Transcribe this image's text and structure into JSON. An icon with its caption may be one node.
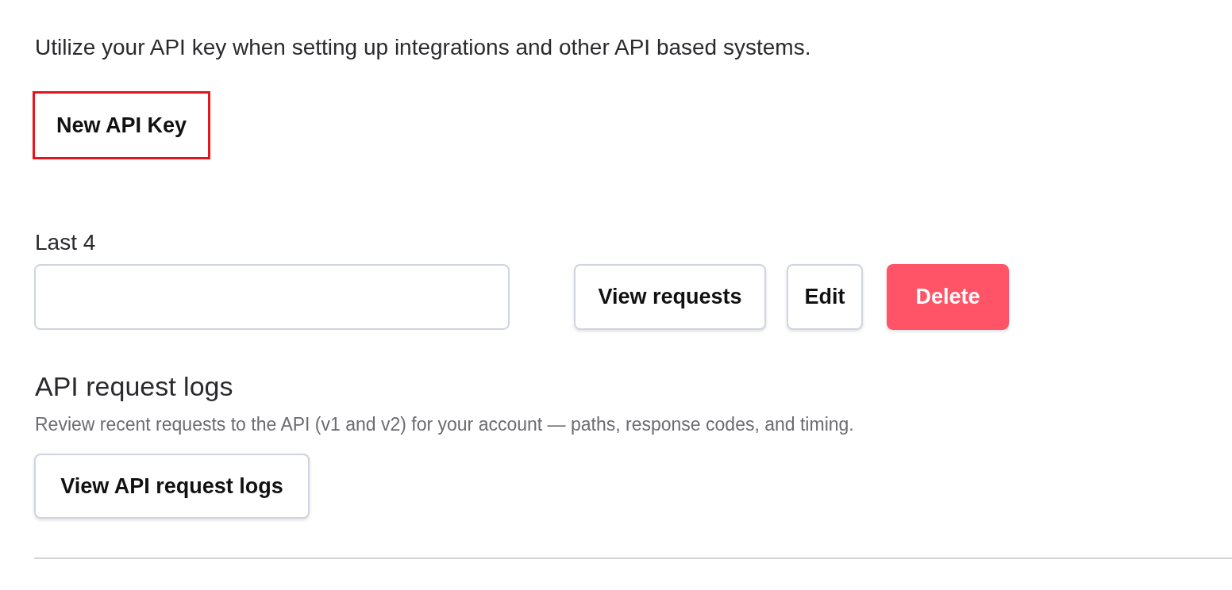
{
  "diagram": {
    "nodes": [
      {
        "text": [
          "New API Key"
        ]
      },
      {
        "text": [],
        "shape": "box"
      },
      {
        "text": [
          "View requests"
        ]
      },
      {
        "text": [
          "Edit"
        ]
      },
      {
        "text": [
          "Delete"
        ]
      },
      {
        "text": [
          "View API request logs"
        ]
      }
    ],
    "labels": [
      "Utilize your API key when setting up integrations and other API based systems.",
      "Last 4",
      "API request logs",
      "Review recent requests to the API (v1 and v2) for your account — paths, response codes, and timing."
    ]
  }
}
